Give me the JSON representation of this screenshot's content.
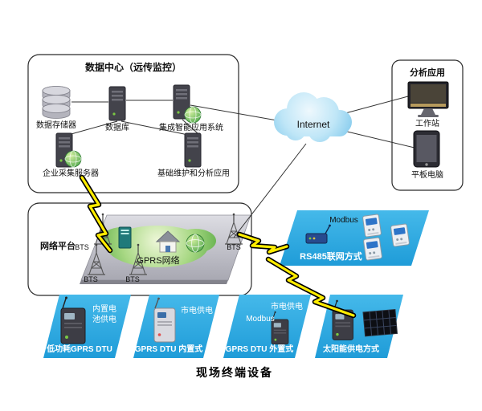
{
  "data_center": {
    "title": "数据中心（远传监控）",
    "storage_label": "数据存储器",
    "database_label": "数据库",
    "integrated_label": "集成智能应用系统",
    "collector_label": "企业采集服务器",
    "maintenance_label": "基础维护和分析应用"
  },
  "internet": {
    "label": "Internet"
  },
  "analysis": {
    "title": "分析应用",
    "workstation_label": "工作站",
    "tablet_label": "平板电脑"
  },
  "network_platform": {
    "label": "网络平台",
    "gprs_label": "GPRS网络",
    "bts1": "BTS",
    "bts2": "BTS",
    "bts3": "BTS",
    "bts4": "BTS"
  },
  "rs485_group": {
    "modbus_label": "Modbus",
    "name": "RS485联网方式"
  },
  "terminals": {
    "t1": {
      "power": "内置电池供电",
      "name": "低功耗GPRS DTU"
    },
    "t2": {
      "power": "市电供电",
      "name": "GPRS DTU 内置式"
    },
    "t3": {
      "modbus": "Modbus",
      "power": "市电供电",
      "name": "GPRS DTU 外置式"
    },
    "t4": {
      "name": "太阳能供电方式"
    }
  },
  "footer": "现场终端设备",
  "colors": {
    "box_blue": "#29abe2",
    "bolt_yellow": "#ffec00",
    "cloud_blue": "#9fd6f0",
    "gprs_green": "#8ed06e",
    "platform_gray": "#c2c2ca"
  }
}
